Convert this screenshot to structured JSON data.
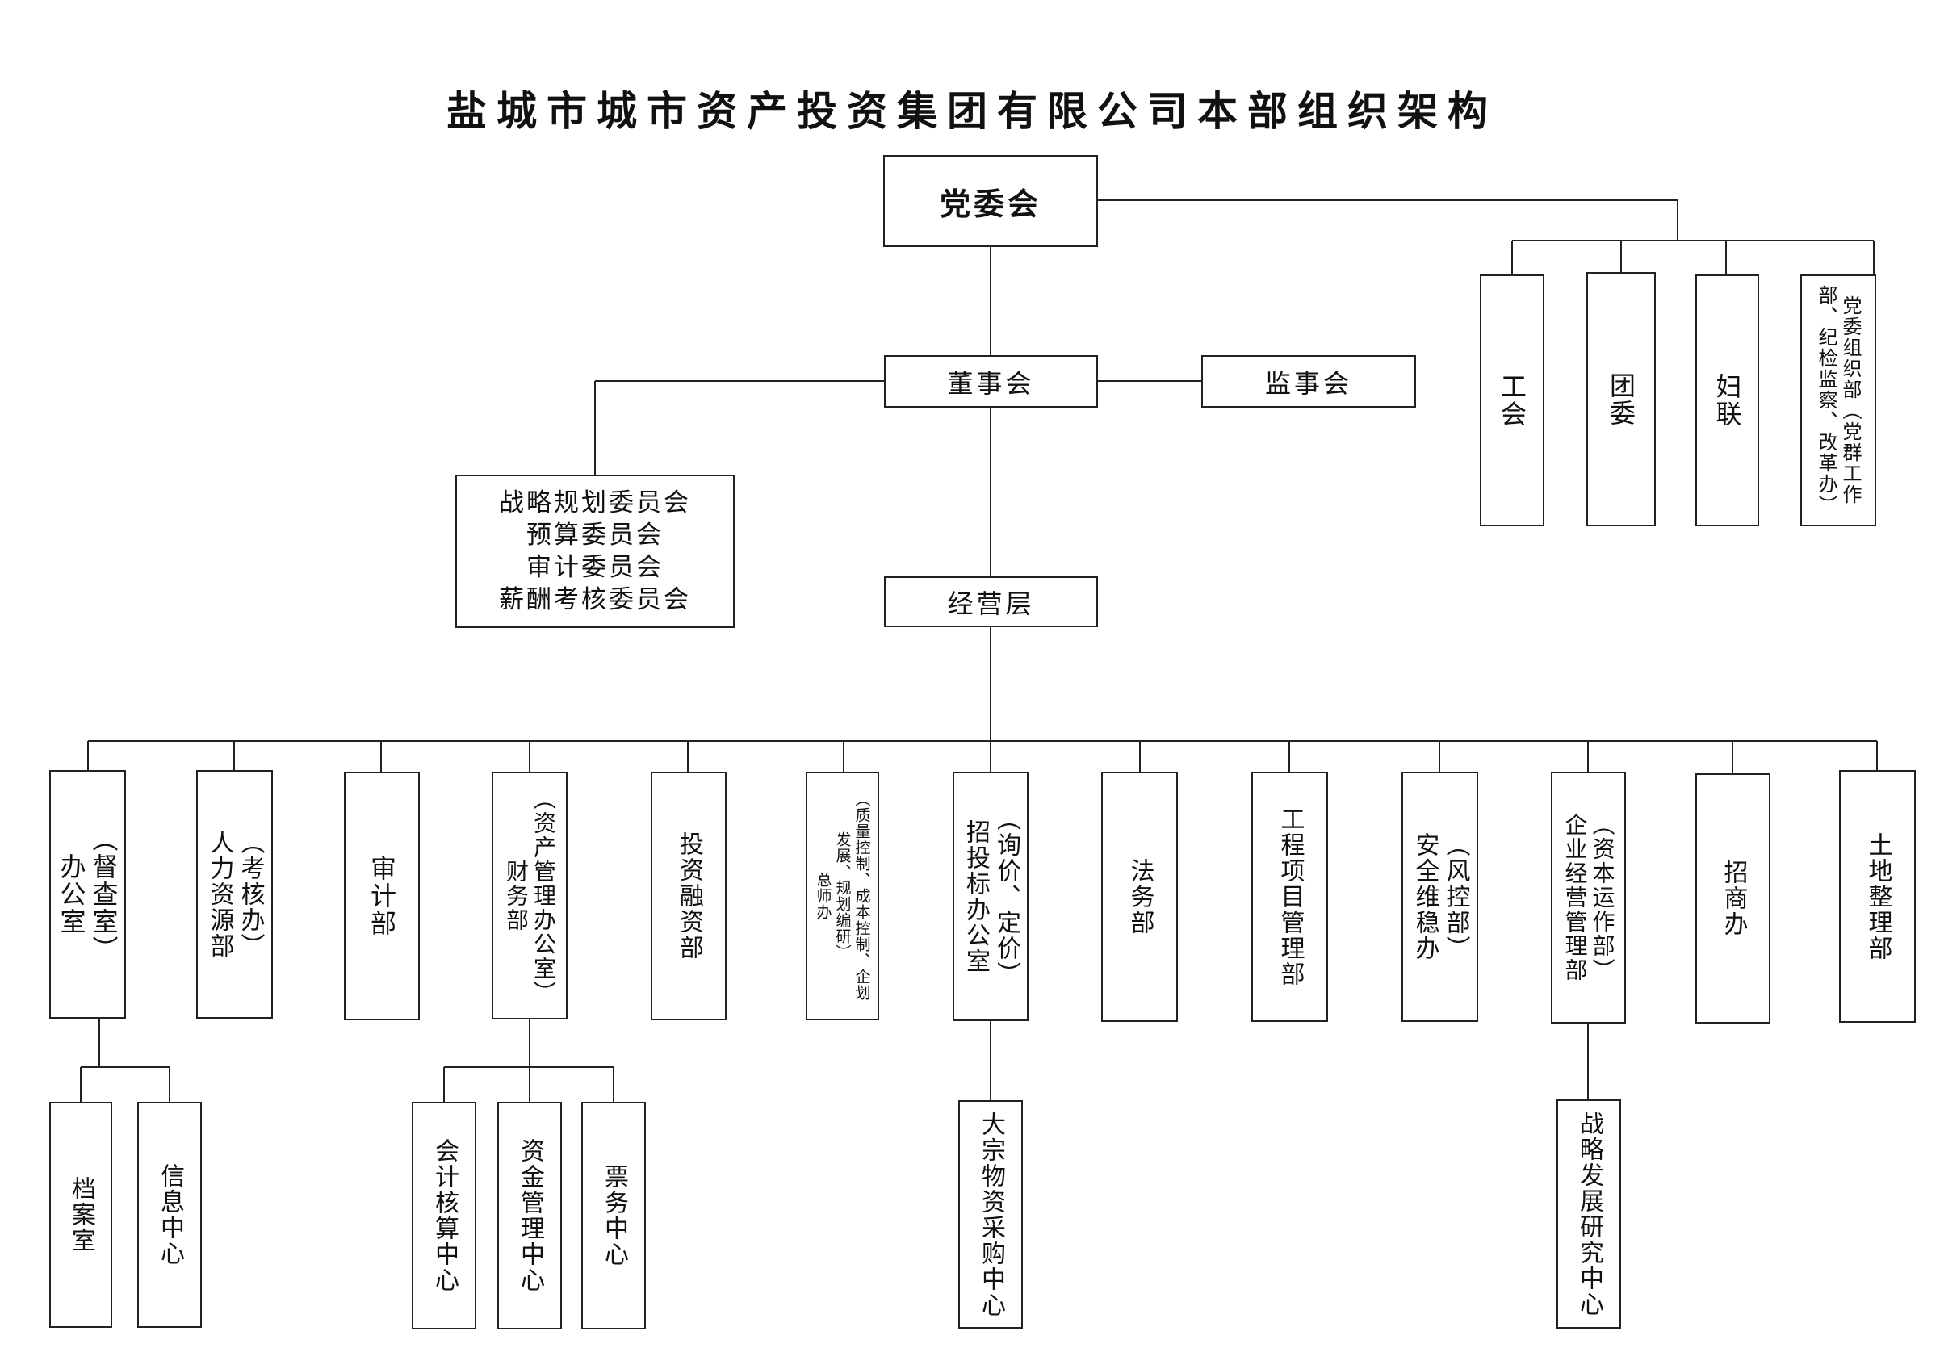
{
  "title": "盐城市城市资产投资集团有限公司本部组织架构",
  "top": {
    "party": "党委会",
    "board": "董事会",
    "supervisors": "监事会",
    "committees": [
      "战略规划委员会",
      "预算委员会",
      "审计委员会",
      "薪酬考核委员会"
    ],
    "management": "经营层"
  },
  "party_units": [
    "工会",
    "团委",
    "妇联",
    "党委组织部（党群工作\n部、纪检监察、改革办）"
  ],
  "departments": [
    "（督查室）\n办公室",
    "（考核办）\n人力资源部",
    "审计部",
    "（资产管理办公室）\n财务部",
    "投资融资部",
    "（质量控制、成本控制、企划\n发展、规划编研）\n总师办",
    "（询价、定价）\n招投标办公室",
    "法务部",
    "工程项目管理部",
    "（风控部）\n安全维稳办",
    "（资本运作部）\n企业经营管理部",
    "招商办",
    "土地整理部"
  ],
  "sub_units": {
    "office": [
      "档案室",
      "信息中心"
    ],
    "finance": [
      "会计核算中心",
      "资金管理中心",
      "票务中心"
    ],
    "bidding": [
      "大宗物资采购中心"
    ],
    "enterprise": [
      "战略发展研究中心"
    ]
  }
}
